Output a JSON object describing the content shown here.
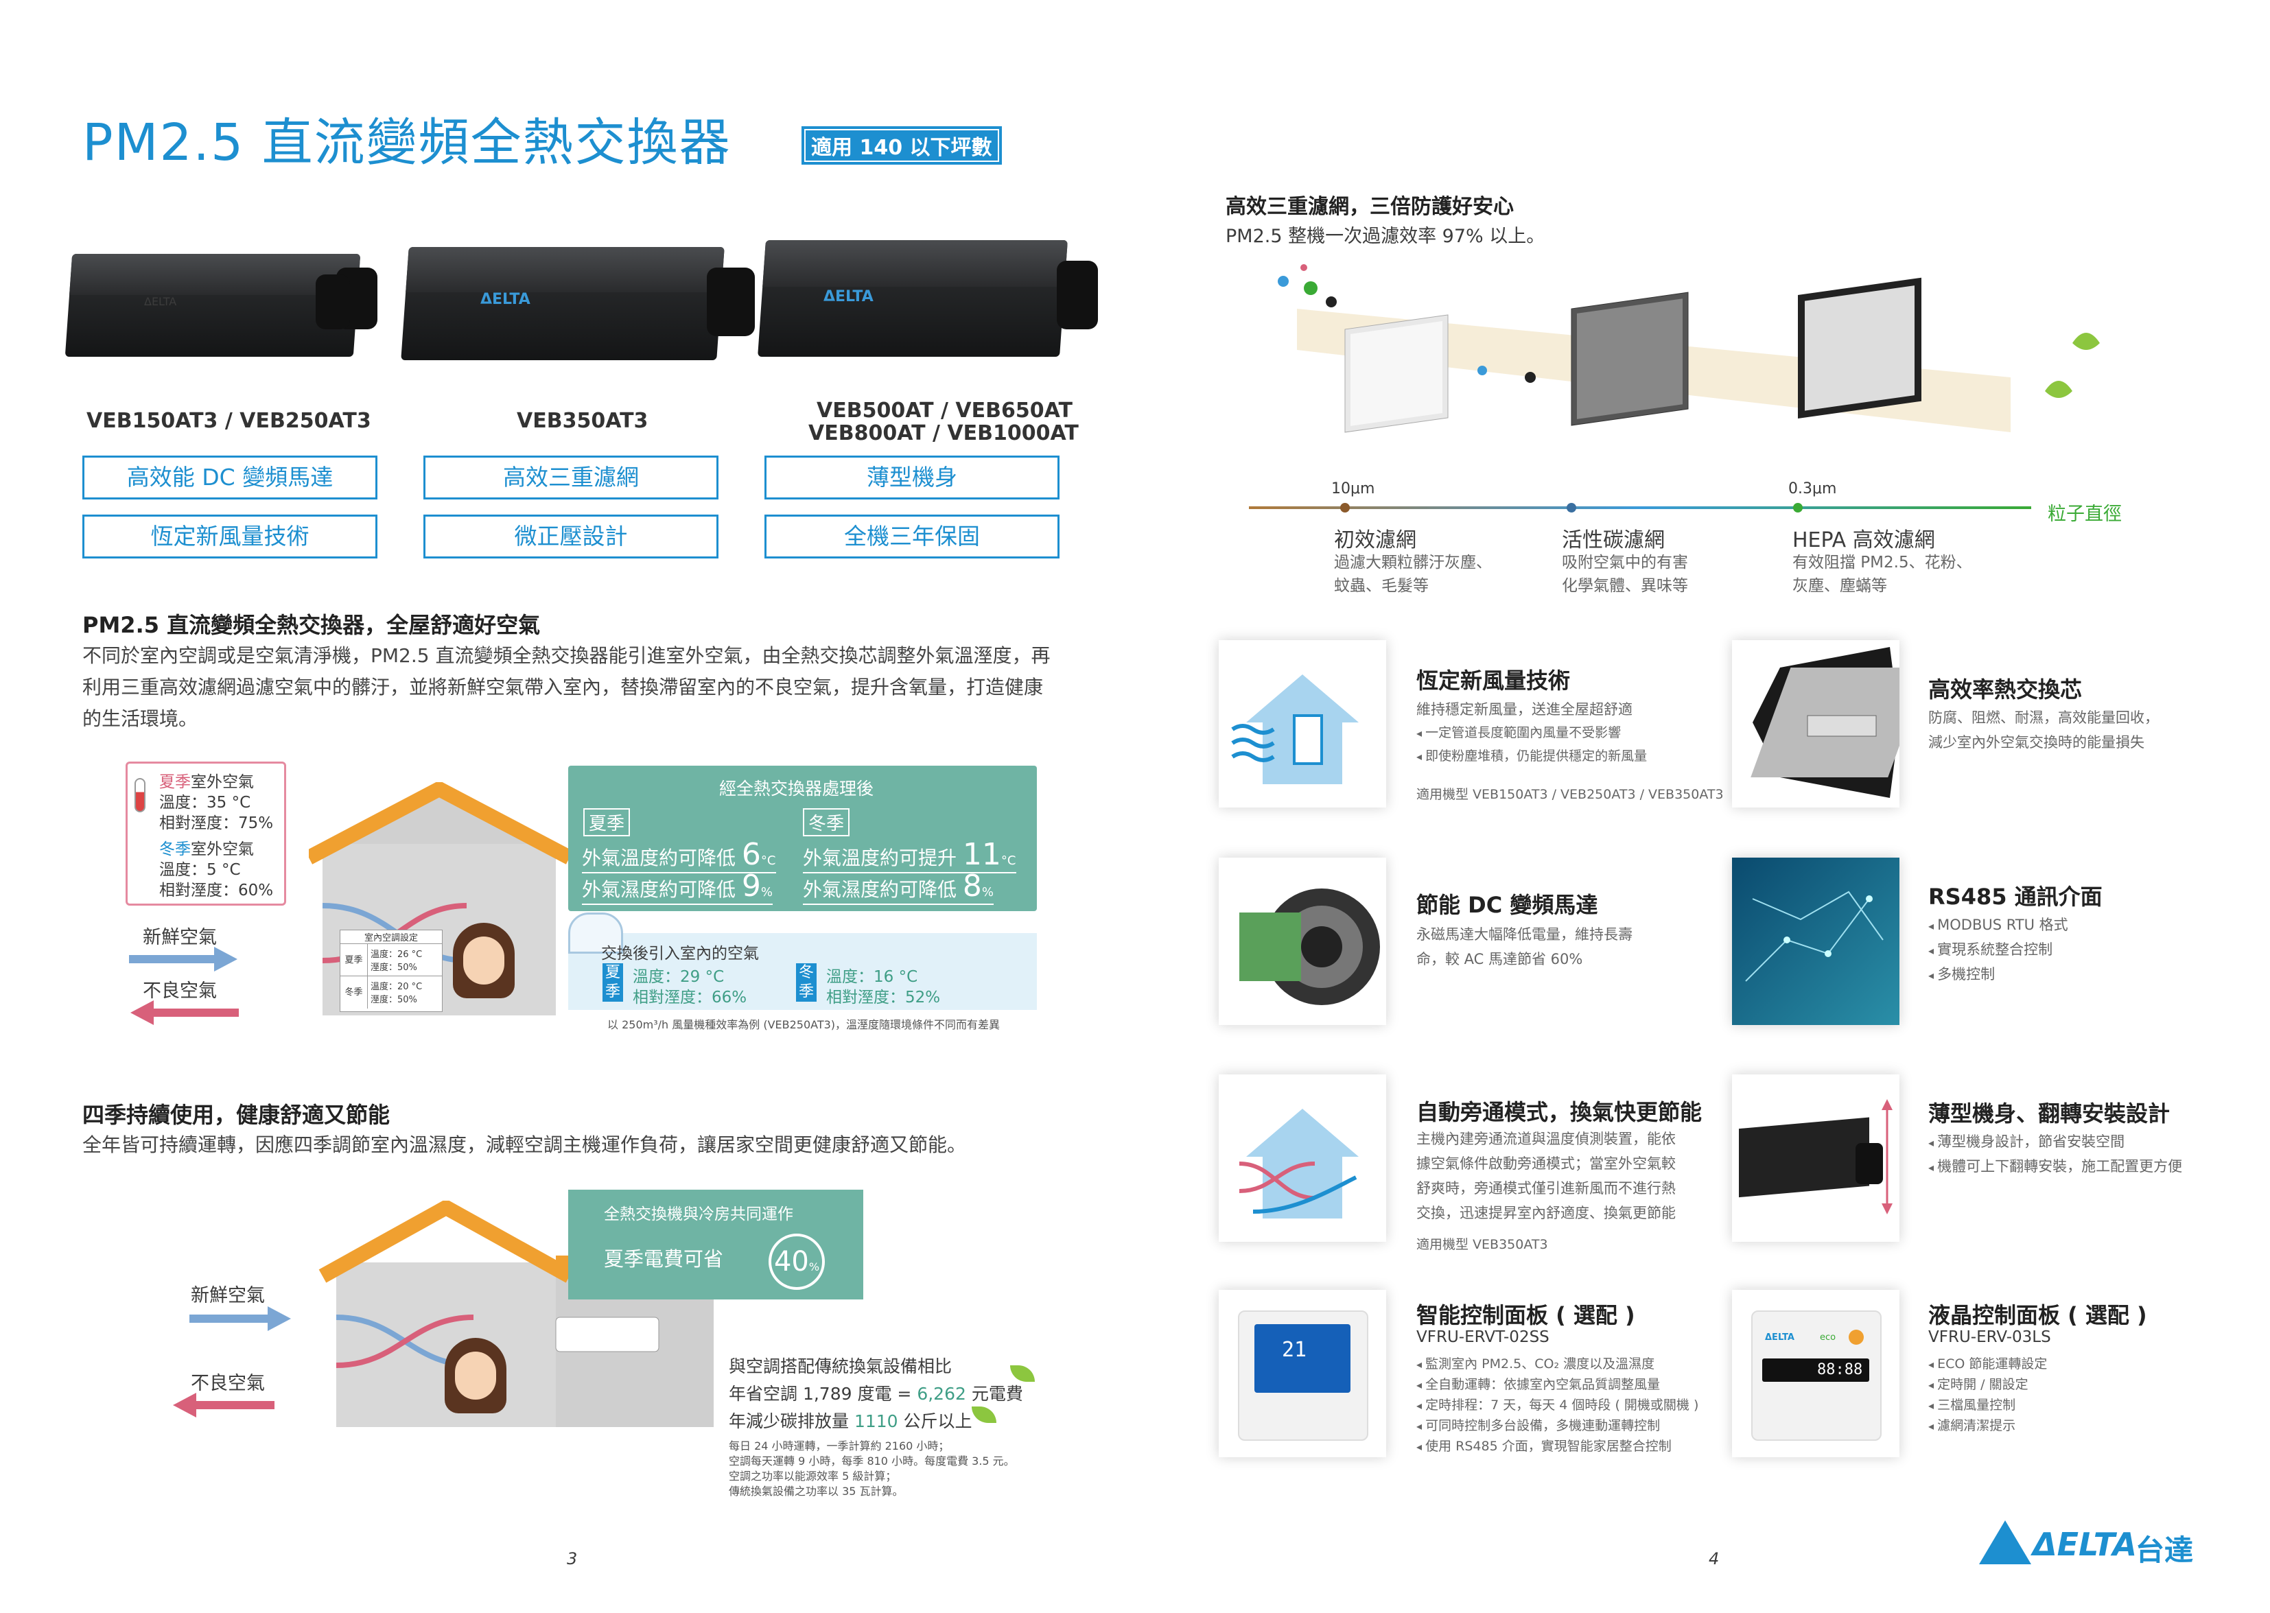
{
  "header": {
    "title": "PM2.5 直流變頻全熱交換器",
    "tag": "適用 140 以下坪數"
  },
  "models": {
    "m1": "VEB150AT3 / VEB250AT3",
    "m2": "VEB350AT3",
    "m3a": "VEB500AT / VEB650AT",
    "m3b": "VEB800AT / VEB1000AT",
    "logo": "ΔELTA"
  },
  "features": [
    "高效能 DC 變頻馬達",
    "高效三重濾網",
    "薄型機身",
    "恆定新風量技術",
    "微正壓設計",
    "全機三年保固"
  ],
  "intro": {
    "heading": "PM2.5 直流變頻全熱交換器，全屋舒適好空氣",
    "lines": [
      "不同於室內空調或是空氣清淨機，PM2.5 直流變頻全熱交換器能引進室外空氣，由全熱交換芯調整外氣溫溼度，再",
      "利用三重高效濾網過濾空氣中的髒汙，並將新鮮空氣帶入室內，替換滯留室內的不良空氣，提升含氧量，打造健康",
      "的生活環境。"
    ]
  },
  "diagram1": {
    "summer_label": "夏季",
    "summer_suffix": "室外空氣",
    "summer_temp": "溫度：35 °C",
    "summer_hum": "相對溼度：75%",
    "winter_label": "冬季",
    "winter_suffix": "室外空氣",
    "winter_temp": "溫度：5 °C",
    "winter_hum": "相對溼度：60%",
    "fresh": "新鮮空氣",
    "bad": "不良空氣",
    "indoor_title": "室內空調設定",
    "in_summer": "夏季",
    "in_summer_v": "溫度：26 °C\n溼度：50%",
    "in_winter": "冬季",
    "in_winter_v": "溫度：20 °C\n溼度：50%",
    "after_title": "經全熱交換器處理後",
    "after_summer": "夏季",
    "after_winter": "冬季",
    "s_temp": "外氣溫度約可降低",
    "s_temp_v": "6",
    "s_temp_u": "°C",
    "s_hum": "外氣濕度約可降低",
    "s_hum_v": "9",
    "s_hum_u": "%",
    "w_temp": "外氣溫度約可提升",
    "w_temp_v": "11",
    "w_temp_u": "°C",
    "w_hum": "外氣濕度約可降低",
    "w_hum_v": "8",
    "w_hum_u": "%",
    "exch_title": "交換後引入室內的空氣",
    "ex_s": "夏季",
    "ex_s_temp": "溫度：29 °C",
    "ex_s_hum": "相對溼度：66%",
    "ex_w": "冬季",
    "ex_w_temp": "溫度：16 °C",
    "ex_w_hum": "相對溼度：52%",
    "note": "以 250m³/h 風量機種效率為例 (VEB250AT3)，溫溼度隨環境條件不同而有差異"
  },
  "seasons": {
    "heading": "四季持續使用，健康舒適又節能",
    "text": "全年皆可持續運轉，因應四季調節室內溫濕度，減輕空調主機運作負荷，讓居家空間更健康舒適又節能。",
    "box_title": "全熱交換機與冷房共同運作",
    "box_text": "夏季電費可省",
    "box_value": "40",
    "box_unit": "%",
    "fresh": "新鮮空氣",
    "bad": "不良空氣",
    "compare_title": "與空調搭配傳統換氣設備相比",
    "compare1_a": "年省空調 1,789 度電 = ",
    "compare1_v": "6,262",
    "compare1_b": " 元電費",
    "compare2_a": "年減少碳排放量 ",
    "compare2_v": "1110",
    "compare2_b": " 公斤以上",
    "foot": [
      "每日 24 小時運轉，一季計算約 2160 小時；",
      "空調每天運轉 9 小時，每季 810 小時。每度電費 3.5 元。",
      "空調之功率以能源效率 5 級計算；",
      "傳統換氣設備之功率以 35 瓦計算。"
    ]
  },
  "filter": {
    "heading": "高效三重濾網，三倍防護好安心",
    "sub": "PM2.5 整機一次過濾效率 97% 以上。",
    "scale1": "10μm",
    "scale2": "0.3μm",
    "axis": "粒子直徑",
    "f1": "初效濾網",
    "f1d": [
      "過濾大顆粒髒汙灰塵、",
      "蚊蟲、毛髮等"
    ],
    "f2": "活性碳濾網",
    "f2d": [
      "吸附空氣中的有害",
      "化學氣體、異味等"
    ],
    "f3": "HEPA 高效濾網",
    "f3d": [
      "有效阻擋 PM2.5、花粉、",
      "灰塵、塵蟎等"
    ]
  },
  "cards": [
    {
      "title": "恆定新風量技術",
      "lines": [
        "維持穩定新風量，送進全屋超舒適"
      ],
      "bullets": [
        "一定管道長度範圍內風量不受影響",
        "即使粉塵堆積，仍能提供穩定的新風量"
      ],
      "note": "適用機型 VEB150AT3 / VEB250AT3 / VEB350AT3"
    },
    {
      "title": "高效率熱交換芯",
      "lines": [
        "防腐、阻燃、耐濕，高效能量回收，",
        "減少室內外空氣交換時的能量損失"
      ]
    },
    {
      "title": "節能 DC 變頻馬達",
      "lines": [
        "永磁馬達大幅降低電量，維持長壽",
        "命，較 AC 馬達節省 60%"
      ]
    },
    {
      "title": "RS485 通訊介面",
      "bullets": [
        "MODBUS RTU 格式",
        "實現系統整合控制",
        "多機控制"
      ]
    },
    {
      "title": "自動旁通模式，換氣快更節能",
      "lines": [
        "主機內建旁通流道與溫度偵測裝置，能依",
        "據空氣條件啟動旁通模式；當室外空氣較",
        "舒爽時，旁通模式僅引進新風而不進行熱",
        "交換，迅速提昇室內舒適度、換氣更節能"
      ],
      "note": "適用機型 VEB350AT3"
    },
    {
      "title": "薄型機身、翻轉安裝設計",
      "bullets": [
        "薄型機身設計，節省安裝空間",
        "機體可上下翻轉安裝，施工配置更方便"
      ]
    },
    {
      "title": "智能控制面板 ( 選配 )",
      "model": "VFRU-ERVT-02SS",
      "bullets": [
        "監測室內 PM2.5、CO₂ 濃度以及溫濕度",
        "全自動運轉：依據室內空氣品質調整風量",
        "定時排程：7 天，每天 4 個時段 ( 開機或關機 )",
        "可同時控制多台設備，多機連動運轉控制",
        "使用 RS485 介面，實現智能家居整合控制"
      ]
    },
    {
      "title": "液晶控制面板 ( 選配 )",
      "model": "VFRU-ERV-03LS",
      "bullets": [
        "ECO 節能運轉設定",
        "定時開 / 關設定",
        "三檔風量控制",
        "濾網清潔提示"
      ]
    }
  ],
  "panel": {
    "screen1": "21",
    "screen2": "88:88",
    "eco": "eco",
    "brand": "ΔELTA"
  },
  "footer": {
    "page_left": "3",
    "page_right": "4",
    "brand": "ΔELTA",
    "brand_cn": "台達"
  },
  "colors": {
    "blue": "#1d8fd0",
    "teal": "#6fb4a4",
    "pink": "#d8607a",
    "orange": "#f0a030",
    "green": "#3aaa35"
  }
}
